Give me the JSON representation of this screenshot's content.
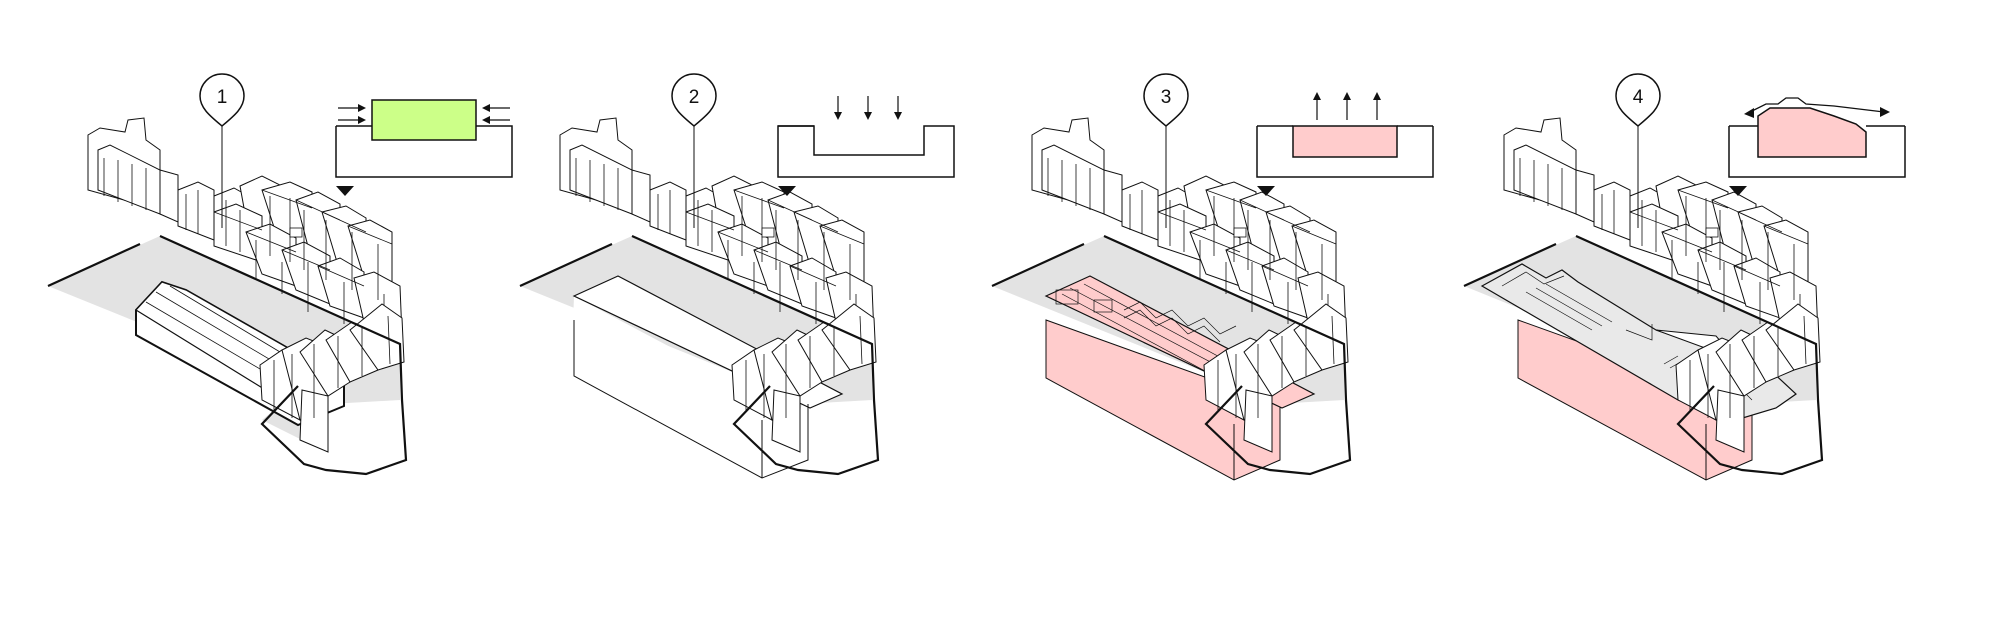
{
  "diagram": {
    "steps": [
      {
        "number": "1",
        "section_fill": "#ccff88",
        "arrows": "inward"
      },
      {
        "number": "2",
        "section_fill": "none",
        "arrows": "down"
      },
      {
        "number": "3",
        "section_fill": "#ffcccc",
        "arrows": "up"
      },
      {
        "number": "4",
        "section_fill": "#ffcccc",
        "arrows": "sideways"
      }
    ],
    "colors": {
      "ground": "#e3e3e3",
      "excavation": "#ffcccc",
      "existing_volume": "#ccff88",
      "line": "#111111",
      "building_fill": "#ffffff"
    }
  }
}
